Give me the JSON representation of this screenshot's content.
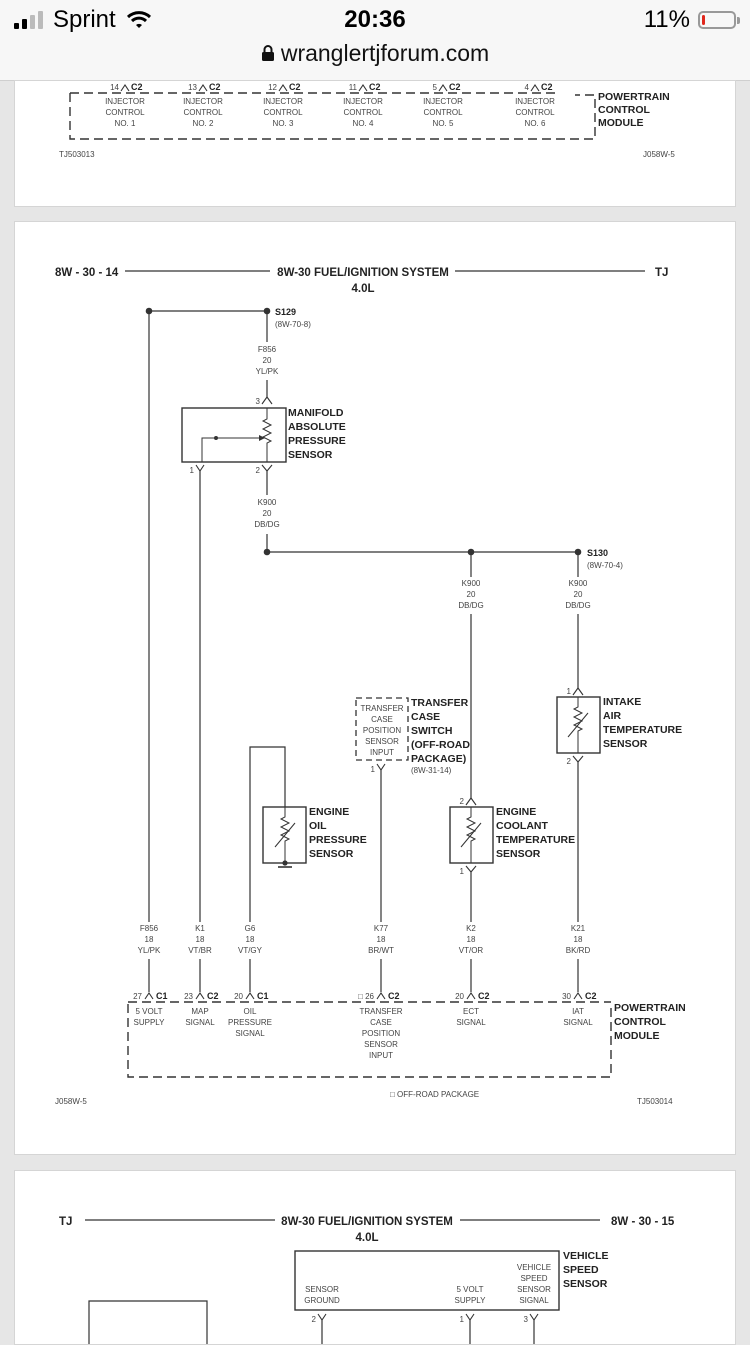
{
  "status": {
    "carrier": "Sprint",
    "time": "20:36",
    "battery_pct": "11%",
    "battery_level": 0.11,
    "url": "wranglertjforum.com"
  },
  "page1": {
    "injectors": [
      {
        "pin": "14",
        "conn": "C2",
        "l1": "INJECTOR",
        "l2": "CONTROL",
        "l3": "NO. 1"
      },
      {
        "pin": "13",
        "conn": "C2",
        "l1": "INJECTOR",
        "l2": "CONTROL",
        "l3": "NO. 2"
      },
      {
        "pin": "12",
        "conn": "C2",
        "l1": "INJECTOR",
        "l2": "CONTROL",
        "l3": "NO. 3"
      },
      {
        "pin": "11",
        "conn": "C2",
        "l1": "INJECTOR",
        "l2": "CONTROL",
        "l3": "NO. 4"
      },
      {
        "pin": "5",
        "conn": "C2",
        "l1": "INJECTOR",
        "l2": "CONTROL",
        "l3": "NO. 5"
      },
      {
        "pin": "4",
        "conn": "C2",
        "l1": "INJECTOR",
        "l2": "CONTROL",
        "l3": "NO. 6"
      }
    ],
    "module": [
      "POWERTRAIN",
      "CONTROL",
      "MODULE"
    ],
    "code_left": "TJ503013",
    "code_right": "J058W-5"
  },
  "page2": {
    "header_left": "8W - 30 - 14",
    "title": "8W-30 FUEL/IGNITION SYSTEM",
    "subtitle": "4.0L",
    "header_right": "TJ",
    "s129": {
      "name": "S129",
      "ref": "(8W-70-8)"
    },
    "wire_f856_top": {
      "code": "F856",
      "gauge": "20",
      "color": "YL/PK"
    },
    "map_sensor": {
      "label": [
        "MANIFOLD",
        "ABSOLUTE",
        "PRESSURE",
        "SENSOR"
      ],
      "pin_top": "3",
      "pin_left": "1",
      "pin_right": "2"
    },
    "wire_k900_a": {
      "code": "K900",
      "gauge": "20",
      "color": "DB/DG"
    },
    "wire_k900_b": {
      "code": "K900",
      "gauge": "20",
      "color": "DB/DG"
    },
    "wire_k900_c": {
      "code": "K900",
      "gauge": "20",
      "color": "DB/DG"
    },
    "s130": {
      "name": "S130",
      "ref": "(8W-70-4)"
    },
    "transfer": {
      "inner": [
        "TRANSFER",
        "CASE",
        "POSITION",
        "SENSOR",
        "INPUT"
      ],
      "label": [
        "TRANSFER",
        "CASE",
        "SWITCH",
        "(OFF-ROAD",
        "PACKAGE)"
      ],
      "ref": "(8W-31-14)",
      "pin": "1"
    },
    "iat": {
      "label": [
        "INTAKE",
        "AIR",
        "TEMPERATURE",
        "SENSOR"
      ],
      "pin_top": "1",
      "pin_bottom": "2"
    },
    "oil": {
      "label": [
        "ENGINE",
        "OIL",
        "PRESSURE",
        "SENSOR"
      ]
    },
    "ect": {
      "label": [
        "ENGINE",
        "COOLANT",
        "TEMPERATURE",
        "SENSOR"
      ],
      "pin_top": "2",
      "pin_bottom": "1"
    },
    "bottom_wires": [
      {
        "code": "F856",
        "gauge": "18",
        "color": "YL/PK"
      },
      {
        "code": "K1",
        "gauge": "18",
        "color": "VT/BR"
      },
      {
        "code": "G6",
        "gauge": "18",
        "color": "VT/GY"
      },
      {
        "code": "K77",
        "gauge": "18",
        "color": "BR/WT"
      },
      {
        "code": "K2",
        "gauge": "18",
        "color": "VT/OR"
      },
      {
        "code": "K21",
        "gauge": "18",
        "color": "BK/RD"
      }
    ],
    "pcm_pins": [
      {
        "pin": "27",
        "conn": "C1",
        "l1": "5 VOLT",
        "l2": "SUPPLY",
        "l3": "",
        "l4": "",
        "l5": ""
      },
      {
        "pin": "23",
        "conn": "C2",
        "l1": "MAP",
        "l2": "SIGNAL",
        "l3": "",
        "l4": "",
        "l5": ""
      },
      {
        "pin": "20",
        "conn": "C1",
        "l1": "OIL",
        "l2": "PRESSURE",
        "l3": "SIGNAL",
        "l4": "",
        "l5": ""
      },
      {
        "pin": "□ 26",
        "conn": "C2",
        "l1": "TRANSFER",
        "l2": "CASE",
        "l3": "POSITION",
        "l4": "SENSOR",
        "l5": "INPUT"
      },
      {
        "pin": "20",
        "conn": "C2",
        "l1": "ECT",
        "l2": "SIGNAL",
        "l3": "",
        "l4": "",
        "l5": ""
      },
      {
        "pin": "30",
        "conn": "C2",
        "l1": "IAT",
        "l2": "SIGNAL",
        "l3": "",
        "l4": "",
        "l5": ""
      }
    ],
    "module": [
      "POWERTRAIN",
      "CONTROL",
      "MODULE"
    ],
    "footnote": "□ OFF-ROAD PACKAGE",
    "code_left": "J058W-5",
    "code_right": "TJ503014"
  },
  "page3": {
    "header_left": "TJ",
    "title": "8W-30 FUEL/IGNITION SYSTEM",
    "subtitle": "4.0L",
    "header_right": "8W - 30 - 15",
    "vss_label": [
      "VEHICLE",
      "SPEED",
      "SENSOR"
    ],
    "vss_pins": [
      {
        "pin": "2",
        "l1": "SENSOR",
        "l2": "GROUND",
        "l3": "",
        "l4": ""
      },
      {
        "pin": "1",
        "l1": "5 VOLT",
        "l2": "SUPPLY",
        "l3": "",
        "l4": ""
      },
      {
        "pin": "3",
        "l1": "VEHICLE",
        "l2": "SPEED",
        "l3": "SENSOR",
        "l4": "SIGNAL"
      }
    ]
  }
}
